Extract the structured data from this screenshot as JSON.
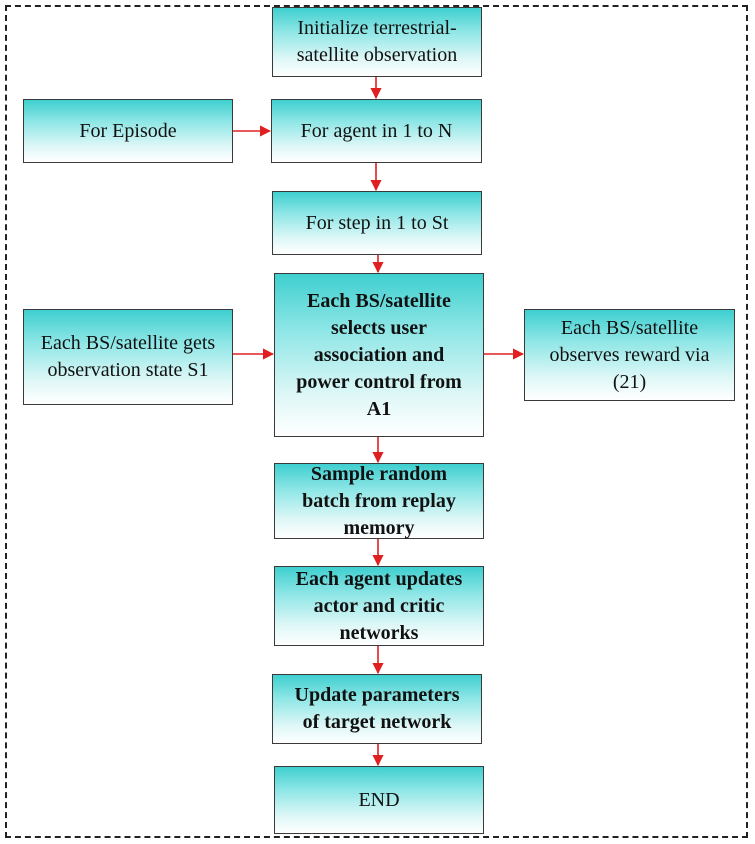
{
  "boxes": {
    "init": "Initialize terrestrial-\nsatellite observation",
    "episode": "For Episode",
    "agent": "For agent in 1 to N",
    "step": "For step in 1 to St",
    "observe": "Each BS/satellite gets\nobservation state S1",
    "select": "Each BS/satellite\nselects user\nassociation  and\npower control from\nA1",
    "reward": "Each BS/satellite\nobserves reward via\n(21)",
    "sample": "Sample random\nbatch from replay\nmemory",
    "update_agent": "Each agent updates\nactor and critic\nnetworks",
    "update_params": "Update parameters\nof   target network",
    "end": "END"
  },
  "colors": {
    "arrow": "#e02020",
    "box_top": "#3fcfcf",
    "box_bottom": "#ffffff",
    "frame": "#222222"
  }
}
